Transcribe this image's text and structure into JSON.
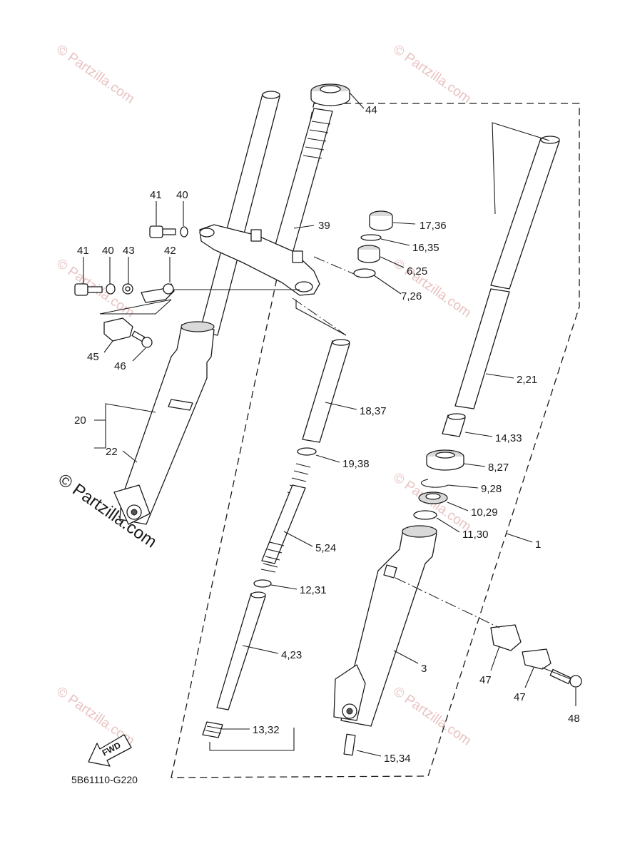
{
  "watermark": "© Partzilla.com",
  "diagram_code": "5B61110-G220",
  "fwd_label": "FWD",
  "callouts": {
    "c1": "1",
    "c2_21": "2,21",
    "c3": "3",
    "c4_23": "4,23",
    "c5_24": "5,24",
    "c6_25": "6,25",
    "c7_26": "7,26",
    "c8_27": "8,27",
    "c9_28": "9,28",
    "c10_29": "10,29",
    "c11_30": "11,30",
    "c12_31": "12,31",
    "c13_32": "13,32",
    "c14_33": "14,33",
    "c15_34": "15,34",
    "c16_35": "16,35",
    "c17_36": "17,36",
    "c18_37": "18,37",
    "c19_38": "19,38",
    "c20": "20",
    "c22": "22",
    "c39": "39",
    "c40a": "40",
    "c40b": "40",
    "c41a": "41",
    "c41b": "41",
    "c42": "42",
    "c43": "43",
    "c44": "44",
    "c45": "45",
    "c46": "46",
    "c47a": "47",
    "c47b": "47",
    "c48": "48"
  }
}
